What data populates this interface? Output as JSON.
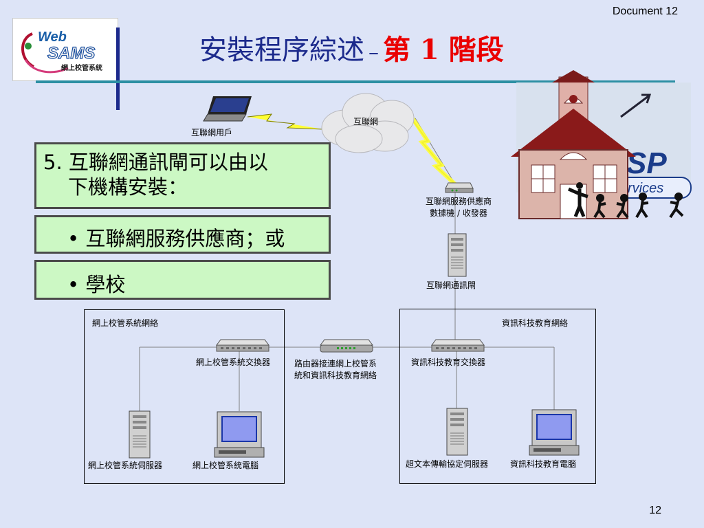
{
  "header": {
    "document_label": "Document 12",
    "title_main": "安裝程序綜述",
    "title_dash": "–",
    "title_phase": "第 1 階段",
    "page_number": "12"
  },
  "logo": {
    "line1": "Web",
    "line2": "SAMS",
    "line3": "網上校管系統"
  },
  "school_badge": {
    "text_sp": "SP",
    "text_services": "rvices"
  },
  "content": {
    "item_line1": "5. 互聯網通訊閘可以由以",
    "item_line2": "下機構安裝：",
    "bullet1": "• 互聯網服務供應商；或",
    "bullet2": "• 學校"
  },
  "diagram": {
    "internet_user": "互聯網用戶",
    "internet": "互聯網",
    "isp_modem_line1": "互聯網服務供應商",
    "isp_modem_line2": "數據機 / 收發器",
    "gateway": "互聯網通訊閘",
    "webams_network": "網上校管系統網絡",
    "ite_network": "資訊科技教育網絡",
    "webams_switch": "網上校管系統交換器",
    "router_line1": "路由器接連網上校管系",
    "router_line2": "統和資訊科技教育網絡",
    "ite_switch": "資訊科技教育交換器",
    "webams_server": "網上校管系統伺服器",
    "webams_pc": "網上校管系統電腦",
    "http_server": "超文本傳輸協定伺服器",
    "ite_pc": "資訊科技教育電腦"
  },
  "colors": {
    "background": "#dde4f7",
    "title_blue": "#1c2a8c",
    "title_red": "#ea0000",
    "box_green": "#ccf8c4",
    "rule_teal": "#2c8fa3"
  }
}
